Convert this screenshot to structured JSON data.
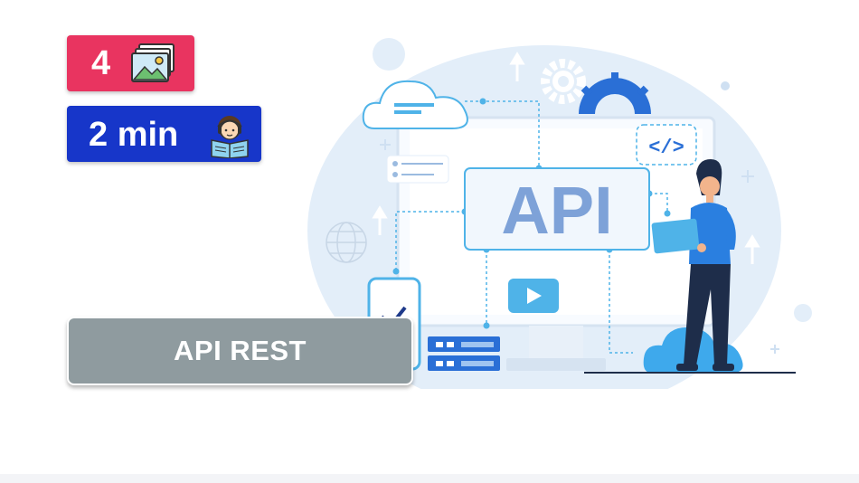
{
  "badges": {
    "images": {
      "count": "4",
      "icon": "images-icon",
      "color": "#e93460"
    },
    "reading_time": {
      "label": "2 min",
      "icon": "reader-icon",
      "color": "#1736c9"
    }
  },
  "illustration": {
    "api_label": "API",
    "code_label": "</>"
  },
  "title": {
    "text": "API REST",
    "background": "#8f9b9f"
  }
}
